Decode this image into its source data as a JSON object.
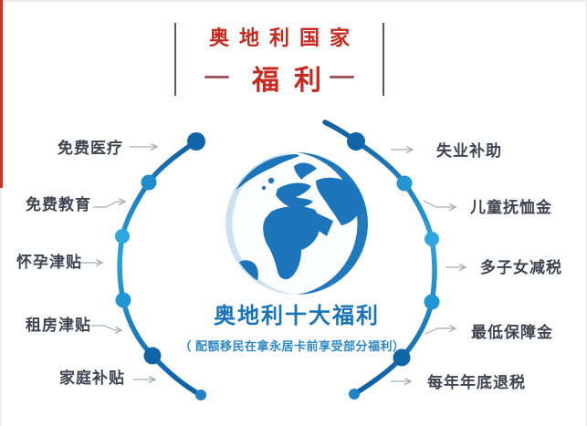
{
  "header": {
    "title_line1": "奥地利国家",
    "title_line2": "福利"
  },
  "center": {
    "title": "奥地利十大福利",
    "subtitle": "（ 配额移民在拿永居卡前享受部分福利）"
  },
  "benefits": {
    "left": [
      "免费医疗",
      "免费教育",
      "怀孕津贴",
      "租房津贴",
      "家庭补贴"
    ],
    "right": [
      "失业补助",
      "儿童抚恤金",
      "多子女减税",
      "最低保障金",
      "每年年底退税"
    ]
  },
  "icons": {
    "globe": "globe-icon"
  },
  "colors": {
    "accent_red": "#c9281e",
    "title_bar_maroon": "#7b4f58",
    "primary_blue": "#1c75bb",
    "arc_dark_blue": "#1264a9",
    "arc_light_blue": "#2ea6e0",
    "label_text": "#3e4550",
    "leader_gray": "#a7adb5",
    "center_title_blue": "#1a74b8",
    "center_subtitle_blue": "#2f87c6",
    "left_edge_red": "#d3302a"
  }
}
